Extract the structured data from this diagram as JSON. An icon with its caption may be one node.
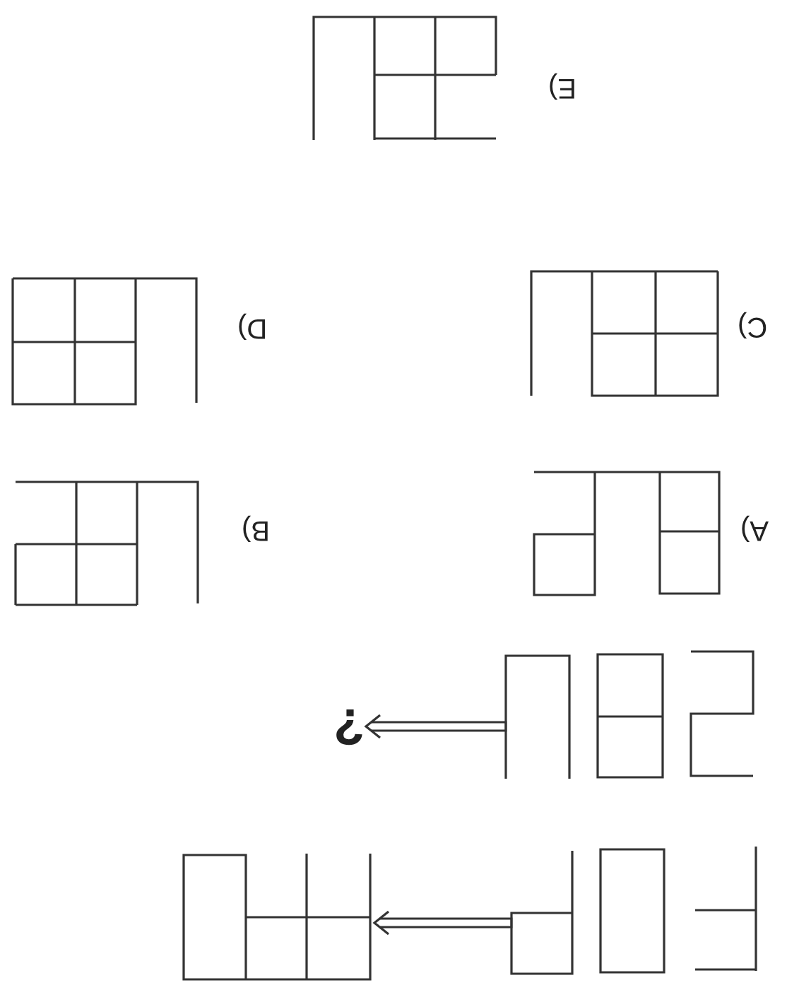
{
  "diagram": {
    "nodes": [
      {
        "text": [],
        "shape": "picture"
      },
      {
        "text": [],
        "shape": "picture"
      },
      {
        "text": [],
        "shape": "picture"
      },
      {
        "text": [
          "?"
        ]
      }
    ],
    "edges": [
      {
        "from": 0,
        "to": 1,
        "arrow": "to"
      },
      {
        "from": 2,
        "to": 3,
        "arrow": "to"
      }
    ],
    "labels": [
      "E)",
      "D)",
      "C)",
      "B)",
      "A)"
    ]
  }
}
